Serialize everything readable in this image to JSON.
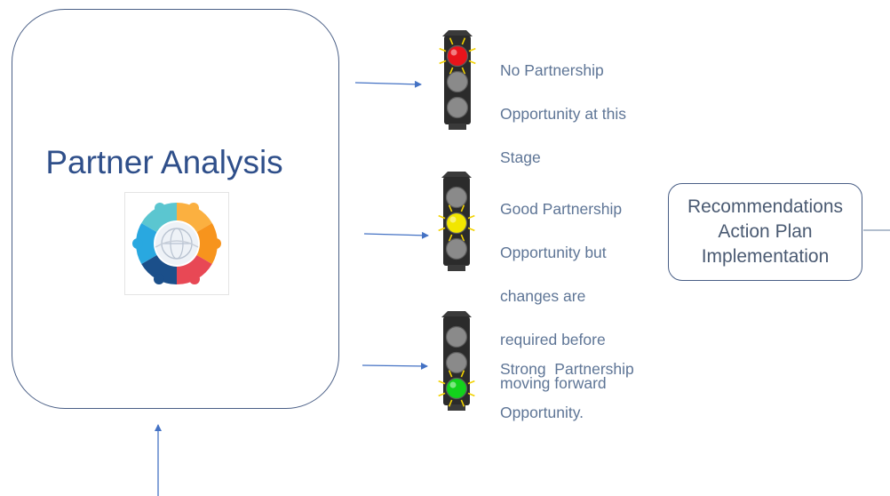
{
  "main": {
    "title": "Partner Analysis",
    "icon": "puzzle-globe-icon"
  },
  "lights": [
    {
      "state": "red",
      "active_color": "#e8141b",
      "caption_lines": [
        "No Partnership",
        "Opportunity at this",
        "Stage"
      ]
    },
    {
      "state": "yellow",
      "active_color": "#f2e600",
      "caption_lines": [
        "Good Partnership",
        "Opportunity but",
        "changes are",
        "required before",
        "moving forward"
      ]
    },
    {
      "state": "green",
      "active_color": "#12d21c",
      "caption_lines": [
        "Strong  Partnership",
        "Opportunity."
      ]
    }
  ],
  "recommendations": {
    "lines": [
      "Recommendations",
      "Action Plan",
      "Implementation"
    ]
  },
  "colors": {
    "box_border": "#4a5f86",
    "arrow": "#4472c4",
    "title": "#2f4f8a",
    "caption": "#5e7596"
  }
}
